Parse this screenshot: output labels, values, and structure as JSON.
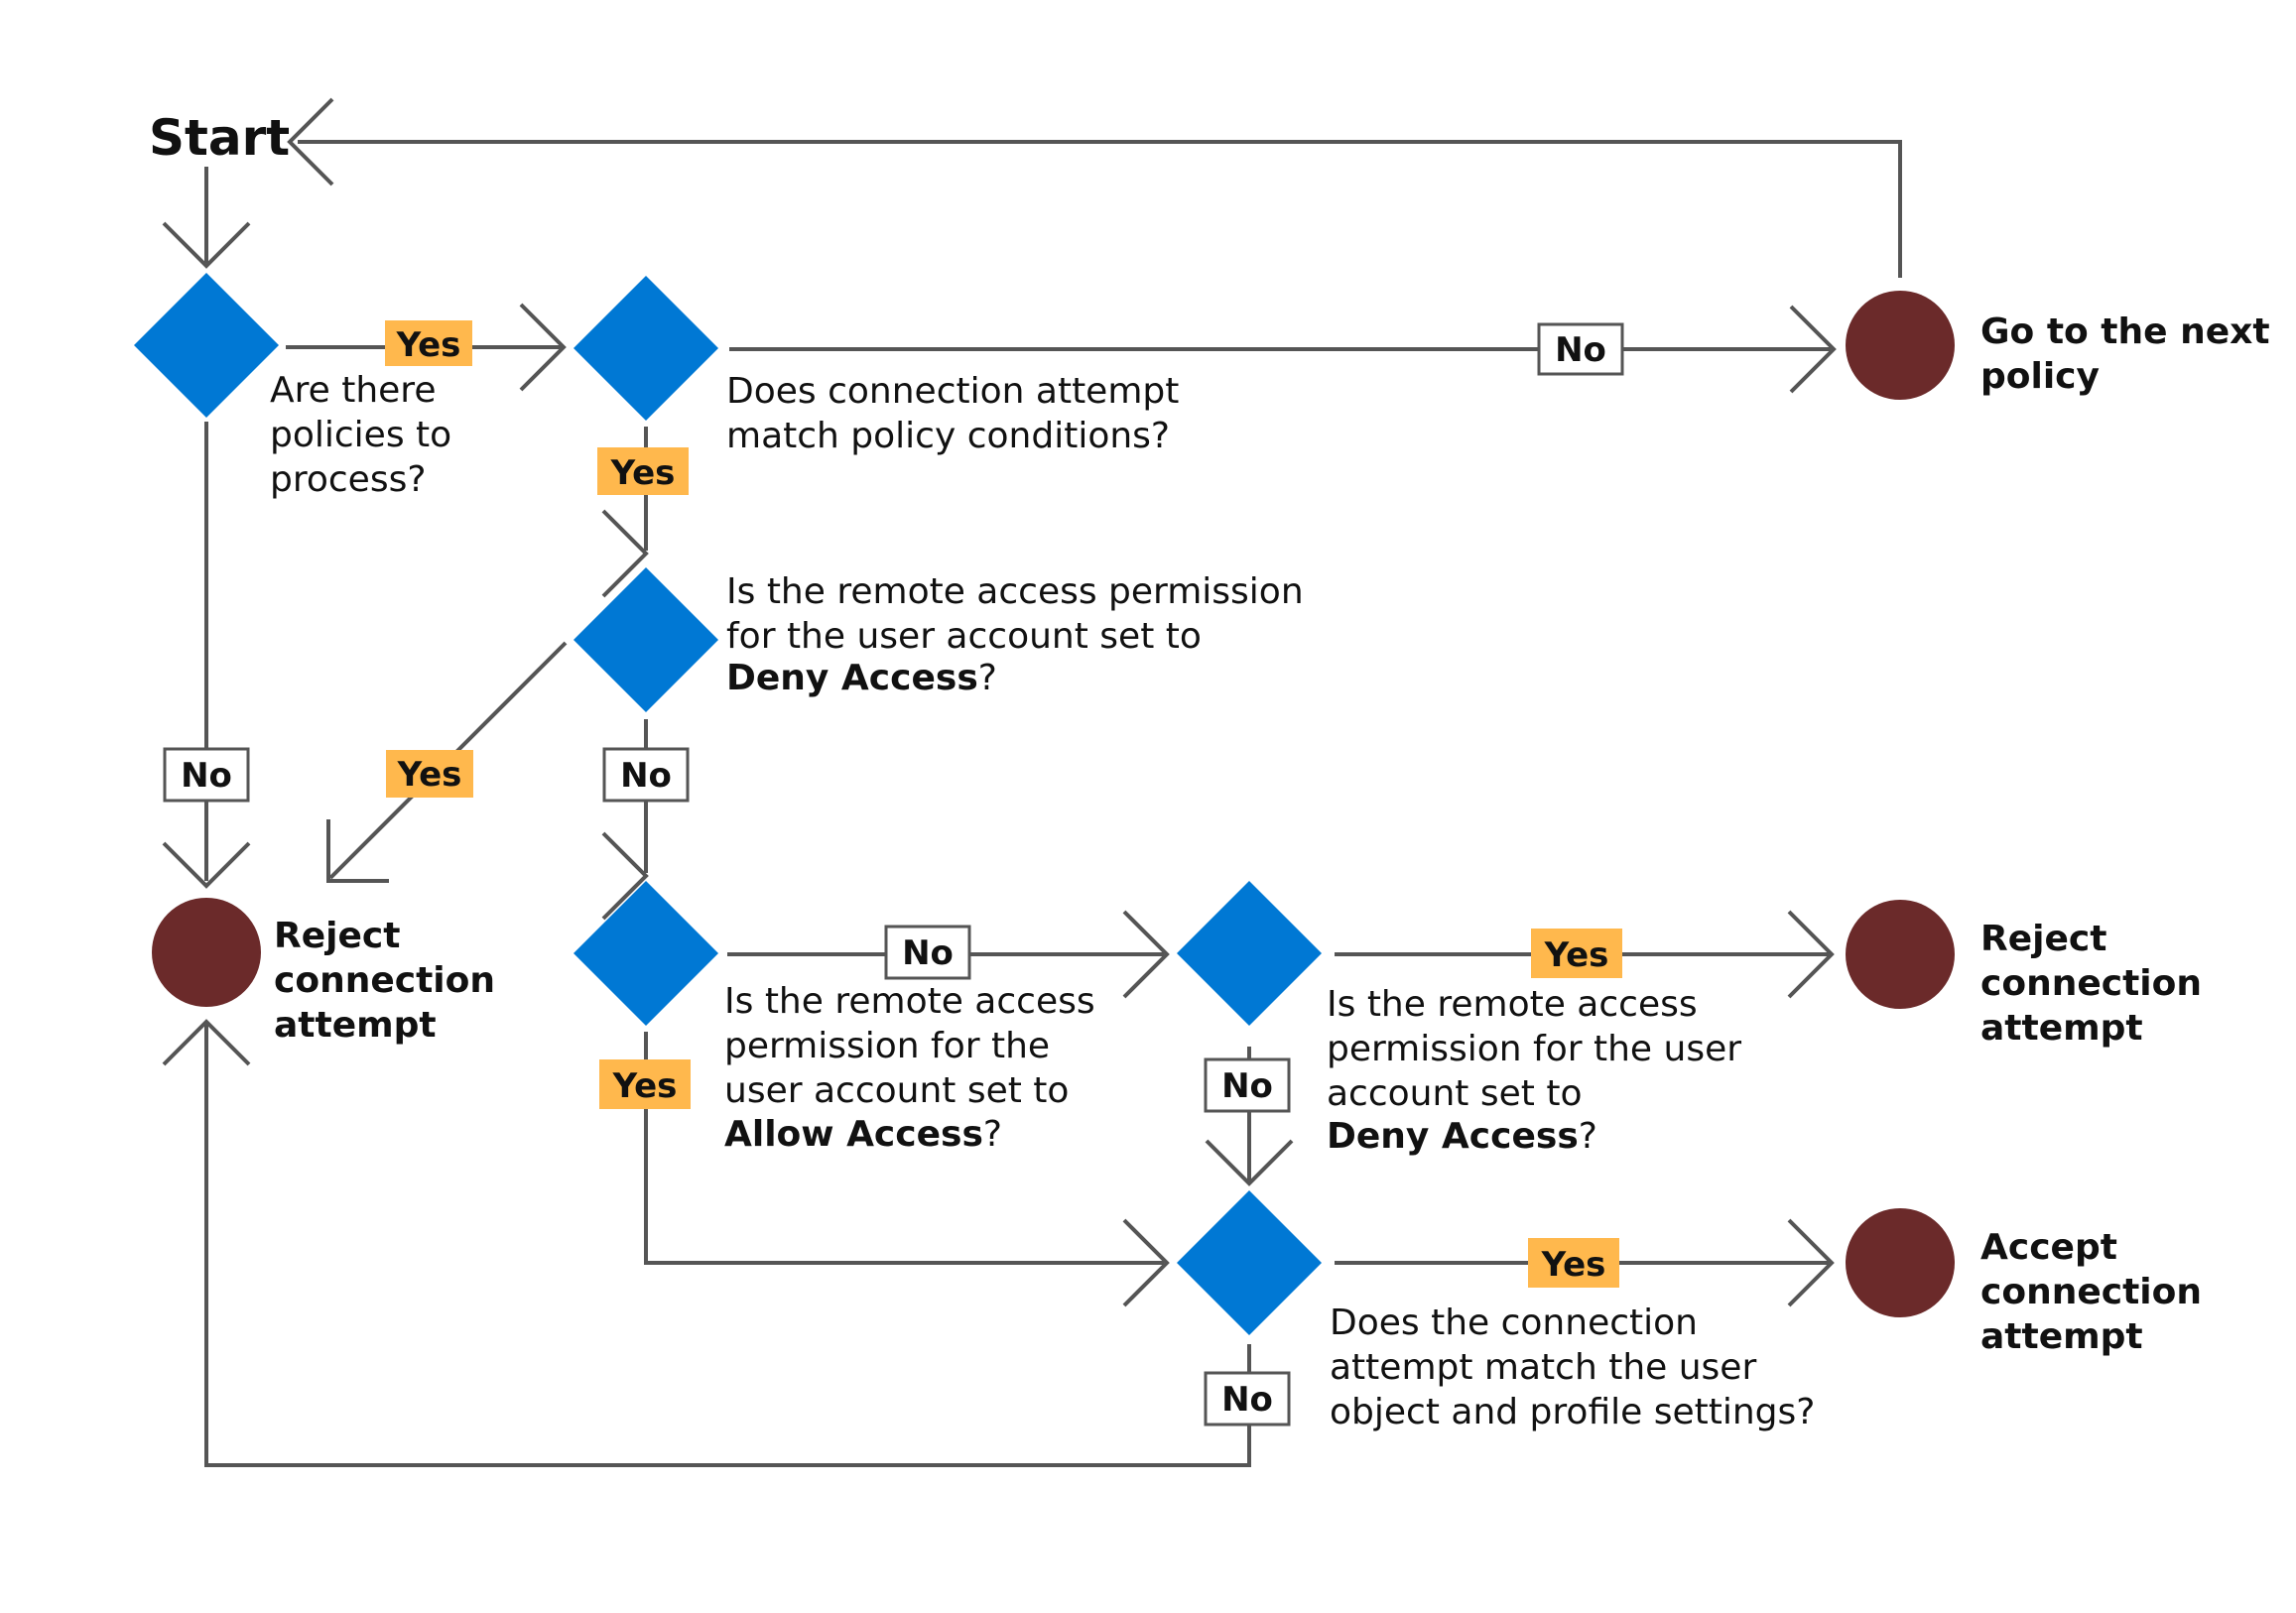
{
  "start": "Start",
  "decisions": {
    "policies": {
      "lines": [
        "Are there",
        "policies to",
        "process?"
      ]
    },
    "match_conditions": {
      "lines": [
        "Does connection attempt",
        "match policy conditions?"
      ]
    },
    "deny_first": {
      "line1": "Is the remote access permission",
      "line2": "for the user account  set to",
      "bold": "Deny Access",
      "suffix": "?"
    },
    "allow": {
      "line1": "Is the remote access",
      "line2": "permission for the",
      "line3": "user account set to",
      "bold": "Allow Access",
      "suffix": "?"
    },
    "deny_second": {
      "line1": "Is the remote access",
      "line2": "permission for the user",
      "line3": "account set to",
      "bold": "Deny Access",
      "suffix": "?"
    },
    "user_profile": {
      "lines": [
        "Does the connection",
        "attempt match the user",
        "object and profile settings?"
      ]
    }
  },
  "terminals": {
    "next_policy": {
      "lines": [
        "Go to the next",
        "policy"
      ]
    },
    "reject_left": {
      "lines": [
        "Reject",
        "connection",
        "attempt"
      ]
    },
    "reject_right": {
      "lines": [
        "Reject",
        "connection",
        "attempt"
      ]
    },
    "accept": {
      "lines": [
        "Accept",
        "connection",
        "attempt"
      ]
    }
  },
  "badges": {
    "yes": "Yes",
    "no": "No"
  },
  "colors": {
    "decision": "#0078d4",
    "terminal": "#6b2a2a",
    "yes_badge": "#ffb84d",
    "line": "#555555"
  }
}
